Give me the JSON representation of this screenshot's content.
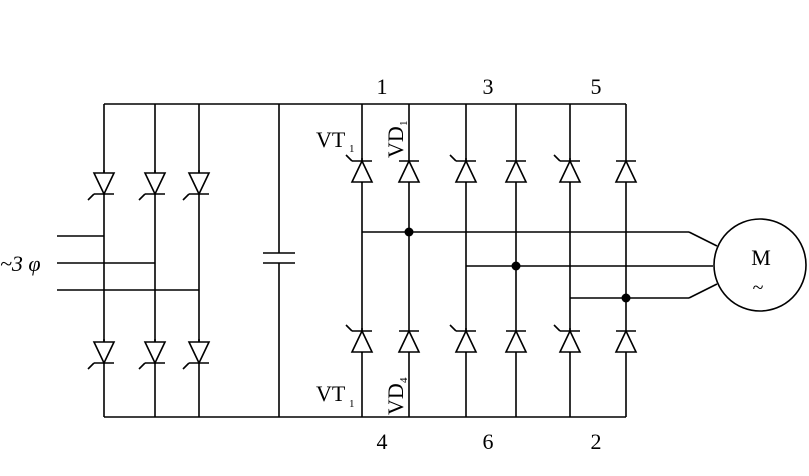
{
  "terminals": [
    "1",
    "3",
    "5",
    "4",
    "6",
    "2"
  ],
  "labels": {
    "vt_top": "VT",
    "vt_top_sub": "1",
    "vd_top": "VD",
    "vd_top_sub": "1",
    "vt_bottom": "VT",
    "vt_bottom_sub": "1",
    "vd_bottom": "VD",
    "vd_bottom_sub": "4",
    "supply": "~3 φ",
    "motor": "M",
    "motor_ac": "~"
  }
}
